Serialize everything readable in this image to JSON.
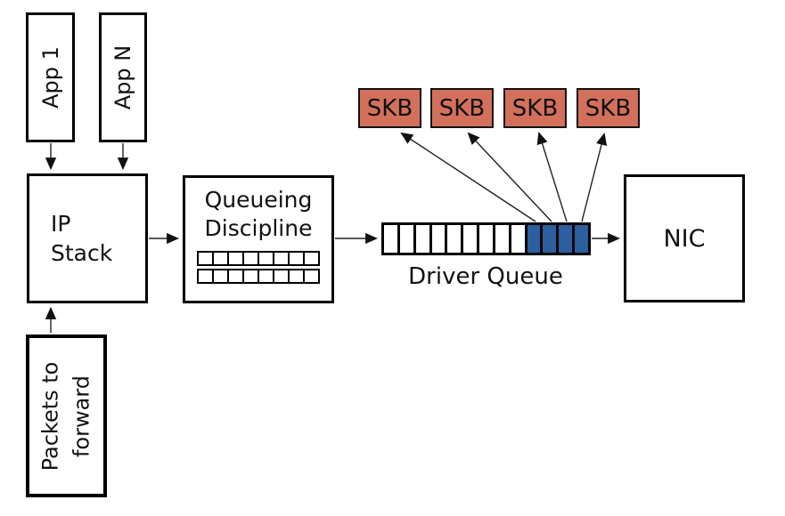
{
  "colors": {
    "box_border": "#000000",
    "arrow": "#222222",
    "skb_fill": "#d3705b",
    "queue_filled_fill": "#2b5f9e",
    "background": "#ffffff",
    "text": "#111111"
  },
  "nodes": {
    "app1": {
      "label": "App 1"
    },
    "app_n": {
      "label": "App N"
    },
    "ip_stack": {
      "line1": "IP",
      "line2": "Stack"
    },
    "queueing_discipline": {
      "line1": "Queueing",
      "line2": "Discipline",
      "buffer_rows": 2,
      "buffer_cols": 8
    },
    "driver_queue": {
      "label": "Driver Queue",
      "empty_slots": 9,
      "filled_slots": 4
    },
    "nic": {
      "label": "NIC"
    },
    "packets_to_forward": {
      "line1": "Packets to",
      "line2": "forward"
    },
    "skbs": [
      {
        "label": "SKB"
      },
      {
        "label": "SKB"
      },
      {
        "label": "SKB"
      },
      {
        "label": "SKB"
      }
    ]
  }
}
